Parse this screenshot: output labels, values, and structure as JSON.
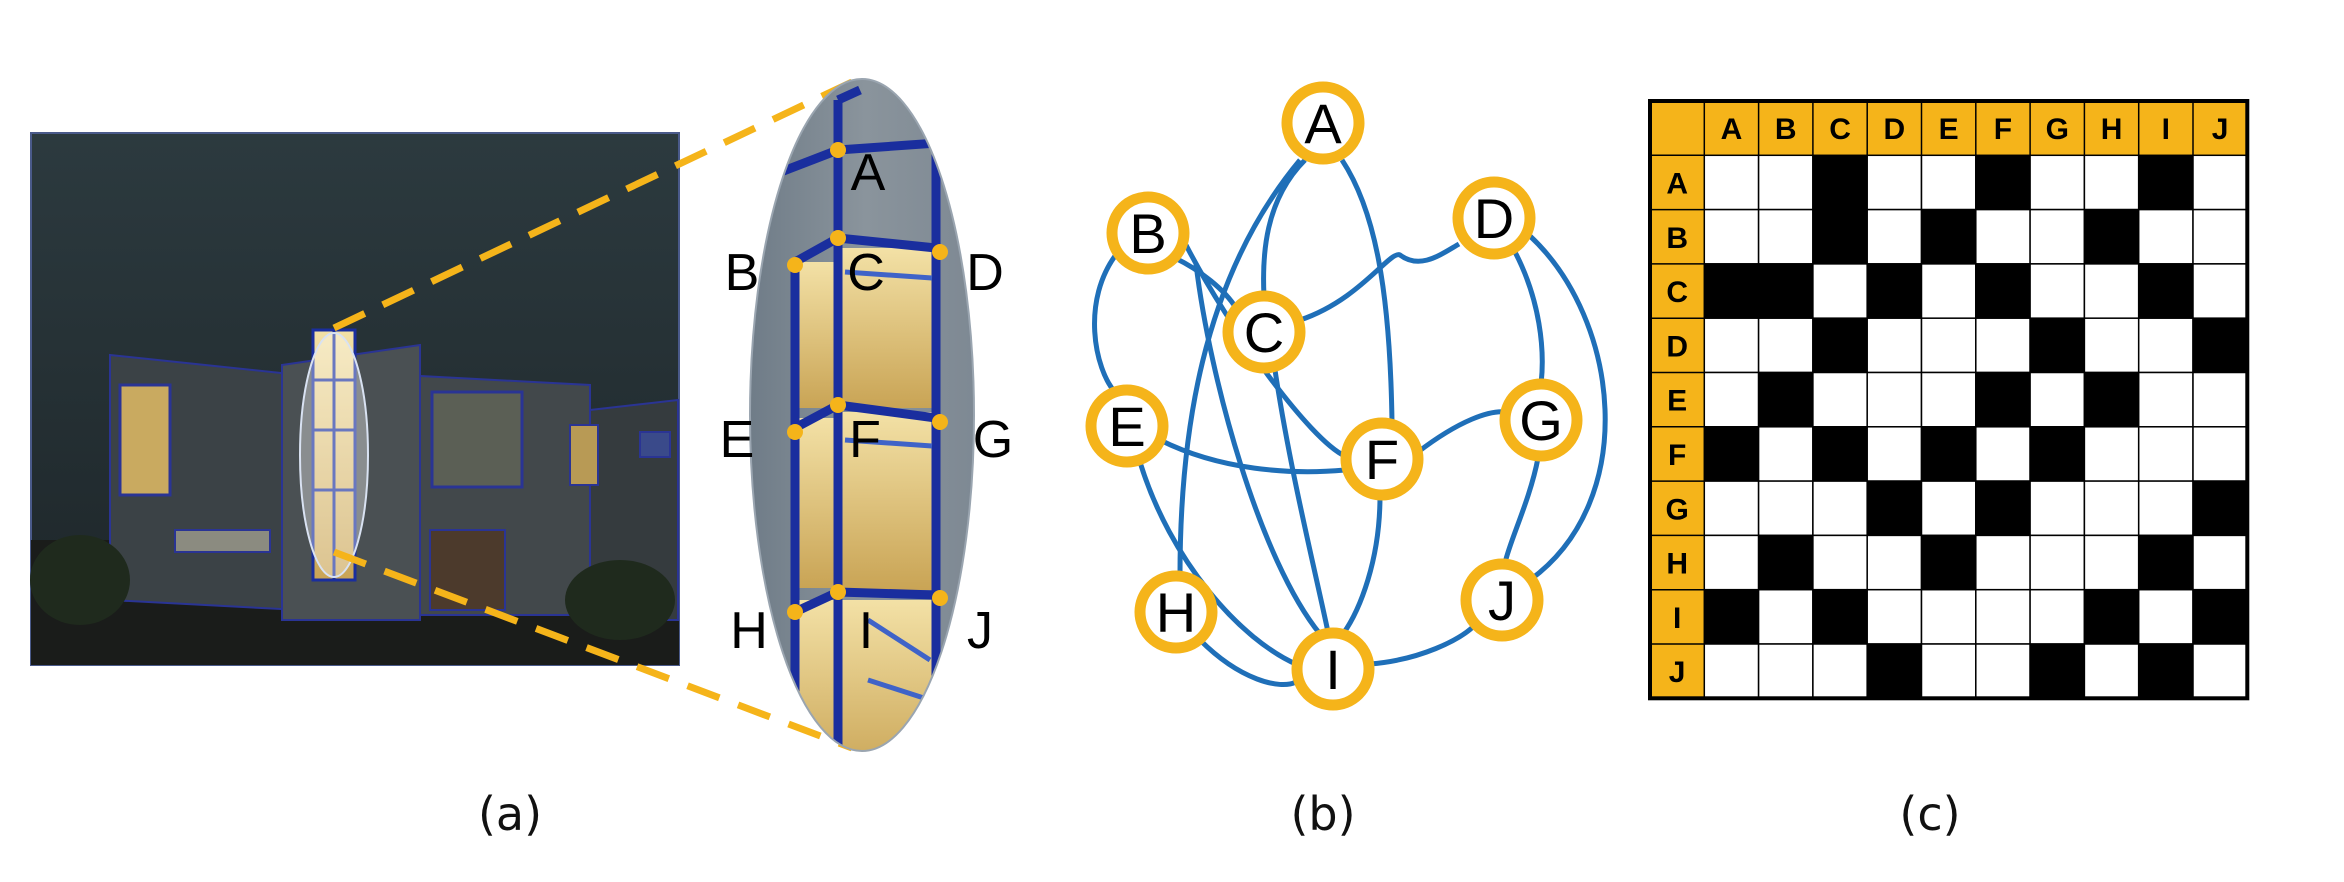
{
  "captions": {
    "a": "(a)",
    "b": "(b)",
    "c": "(c)"
  },
  "colors": {
    "orange": "#F5B41A",
    "blue_edge": "#1F6FB8",
    "wire": "#1A2E9E",
    "black": "#000000",
    "white": "#ffffff"
  },
  "points": [
    {
      "id": "A",
      "label": "A"
    },
    {
      "id": "B",
      "label": "B"
    },
    {
      "id": "C",
      "label": "C"
    },
    {
      "id": "D",
      "label": "D"
    },
    {
      "id": "E",
      "label": "E"
    },
    {
      "id": "F",
      "label": "F"
    },
    {
      "id": "G",
      "label": "G"
    },
    {
      "id": "H",
      "label": "H"
    },
    {
      "id": "I",
      "label": "I"
    },
    {
      "id": "J",
      "label": "J"
    }
  ],
  "graph": {
    "nodes": [
      "A",
      "B",
      "C",
      "D",
      "E",
      "F",
      "G",
      "H",
      "I",
      "J"
    ],
    "edges": [
      [
        "A",
        "C"
      ],
      [
        "A",
        "F"
      ],
      [
        "A",
        "H"
      ],
      [
        "B",
        "C"
      ],
      [
        "B",
        "E"
      ],
      [
        "B",
        "F"
      ],
      [
        "B",
        "I"
      ],
      [
        "C",
        "D"
      ],
      [
        "C",
        "I"
      ],
      [
        "D",
        "G"
      ],
      [
        "D",
        "J"
      ],
      [
        "E",
        "F"
      ],
      [
        "E",
        "I"
      ],
      [
        "F",
        "G"
      ],
      [
        "F",
        "I"
      ],
      [
        "G",
        "J"
      ],
      [
        "H",
        "I"
      ],
      [
        "I",
        "J"
      ]
    ]
  },
  "matrix": {
    "labels": [
      "A",
      "B",
      "C",
      "D",
      "E",
      "F",
      "G",
      "H",
      "I",
      "J"
    ],
    "cells": [
      [
        0,
        0,
        1,
        0,
        0,
        1,
        0,
        0,
        1,
        0
      ],
      [
        0,
        0,
        1,
        0,
        1,
        0,
        0,
        1,
        0,
        0
      ],
      [
        1,
        1,
        0,
        1,
        0,
        1,
        0,
        0,
        1,
        0
      ],
      [
        0,
        0,
        1,
        0,
        0,
        0,
        1,
        0,
        0,
        1
      ],
      [
        0,
        1,
        0,
        0,
        0,
        1,
        0,
        1,
        0,
        0
      ],
      [
        1,
        0,
        1,
        0,
        1,
        0,
        1,
        0,
        0,
        0
      ],
      [
        0,
        0,
        0,
        1,
        0,
        1,
        0,
        0,
        0,
        1
      ],
      [
        0,
        1,
        0,
        0,
        1,
        0,
        0,
        0,
        1,
        0
      ],
      [
        1,
        0,
        1,
        0,
        0,
        0,
        0,
        1,
        0,
        1
      ],
      [
        0,
        0,
        0,
        1,
        0,
        0,
        1,
        0,
        1,
        0
      ]
    ]
  }
}
